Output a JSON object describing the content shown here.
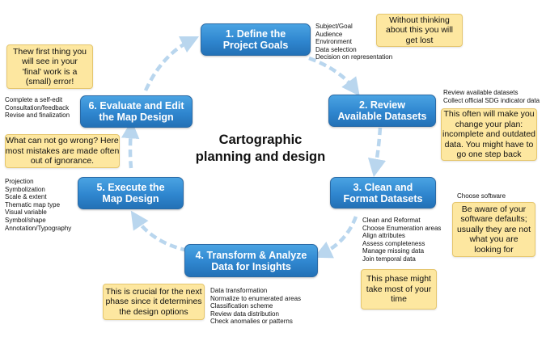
{
  "title": [
    "Cartographic",
    "planning and design"
  ],
  "steps": [
    {
      "label": [
        "1. Define the",
        "Project Goals"
      ],
      "tasks": [
        "Subject/Goal",
        "Audience",
        "Environment",
        "Data selection",
        "Decision on representation"
      ],
      "note": [
        "Without thinking",
        "about this you will",
        "get lost"
      ]
    },
    {
      "label": [
        "2. Review",
        "Available Datasets"
      ],
      "tasks": [
        "Review available datasets",
        "Collect official SDG indicator data"
      ],
      "note": [
        "This often will make you",
        "change your plan:",
        "incomplete and outdated",
        "data. You might have to",
        "go one step back"
      ]
    },
    {
      "label": [
        "3. Clean and",
        "Format Datasets"
      ],
      "tasks": [
        "Clean and Reformat",
        "Choose Enumeration areas",
        "Align attributes",
        "Assess completeness",
        "Manage missing data",
        "Join temporal data"
      ],
      "note": [
        "This phase might",
        "take most of your",
        "time"
      ]
    },
    {
      "label": [
        "4. Transform & Analyze",
        "Data for Insights"
      ],
      "tasks": [
        "Data transformation",
        "Normalize to enumerated areas",
        "Classification scheme",
        "Review data distribution",
        "Check anomalies or patterns"
      ],
      "note": [
        "This is crucial for the next",
        "phase since it determines",
        "the design options"
      ]
    },
    {
      "label": [
        "5. Execute the",
        "Map Design"
      ],
      "tasks": [
        "Projection",
        "Symbolization",
        "Scale & extent",
        "Thematic map type",
        "Visual variable",
        "Symbol/shape",
        "Annotation/Typography"
      ],
      "tasks_extra": [
        "Choose software"
      ],
      "note": [
        "Be aware of your",
        "software defaults;",
        "usually they are not",
        "what you are",
        "looking for"
      ],
      "note_extra": [
        "What can not go wrong? Here",
        "most mistakes are made often",
        "out of ignorance."
      ]
    },
    {
      "label": [
        "6. Evaluate and Edit",
        "the Map Design"
      ],
      "tasks": [
        "Complete a self-edit",
        "Consultation/feedback",
        "Revise and finalization"
      ],
      "note": [
        "Thew first thing you",
        "will see in your",
        "'final' work is a",
        "(small) error!"
      ]
    }
  ],
  "colors": {
    "step_fill": "#2f86cf",
    "arrow": "#b9d6ee",
    "note_fill": "#fde7a0",
    "note_border": "#e5c66e"
  }
}
